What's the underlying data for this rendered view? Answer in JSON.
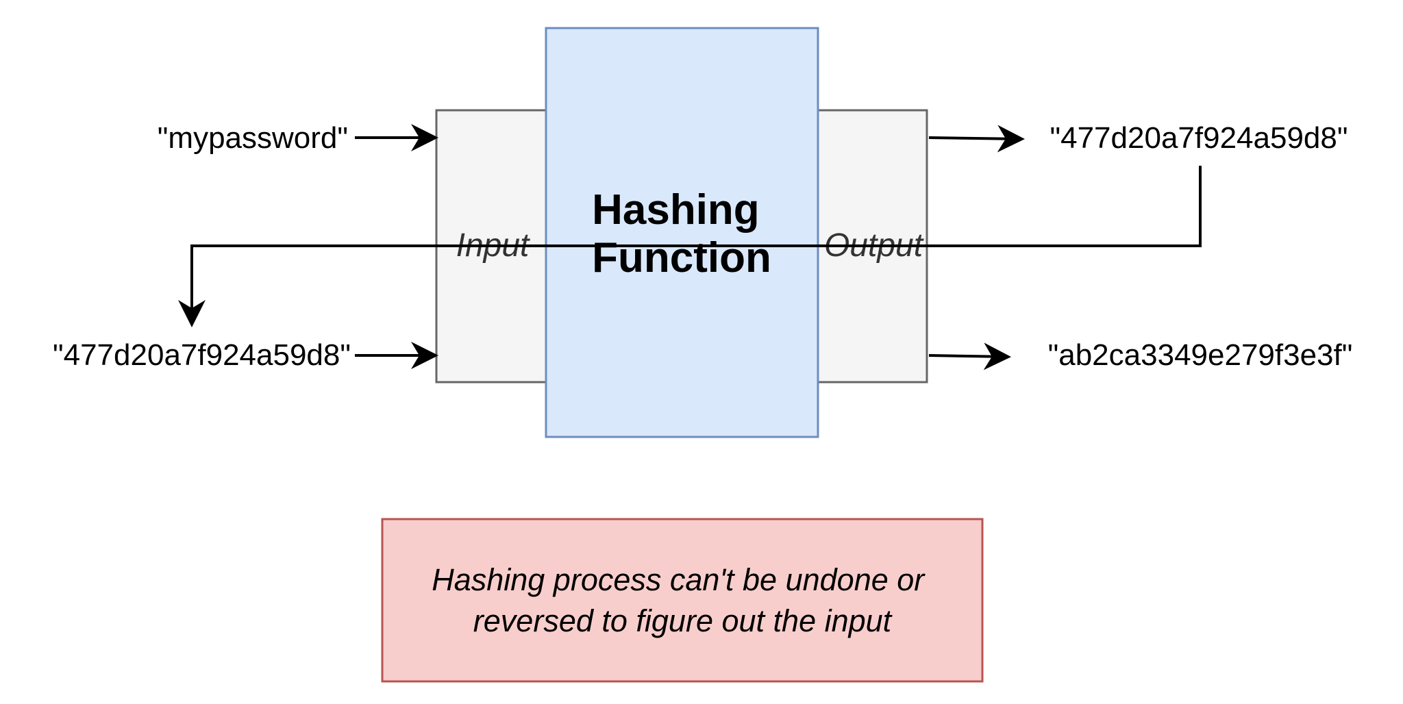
{
  "diagram": {
    "input_password": "\"mypassword\"",
    "input_hash": "\"477d20a7f924a59d8\"",
    "output_hash_1": "\"477d20a7f924a59d8\"",
    "output_hash_2": "\"ab2ca3349e279f3e3f\"",
    "input_label": "Input",
    "output_label": "Output",
    "function_label_line1": "Hashing",
    "function_label_line2": "Function",
    "note_line1": "Hashing process can't be undone or",
    "note_line2": "reversed to figure out the input"
  },
  "colors": {
    "io_box_fill": "#f5f5f5",
    "io_box_stroke": "#666666",
    "function_fill": "#dae8fc",
    "function_stroke": "#6c8ebf",
    "note_fill": "#f8cecc",
    "note_stroke": "#b85450"
  }
}
